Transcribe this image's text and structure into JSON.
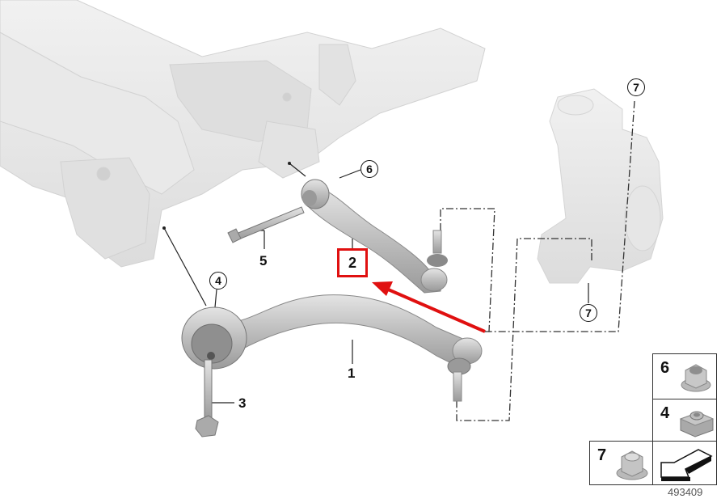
{
  "diagram": {
    "type": "exploded parts diagram",
    "subject": "Front axle wishbone / control arm assembly",
    "diagram_number": "493409",
    "colors": {
      "highlight": "#e01010",
      "parts": "#c8c8c8",
      "background_parts": "#e6e6e6",
      "lines": "#222222"
    }
  },
  "callouts": [
    {
      "id": "1",
      "label": "1",
      "style": "plain",
      "part": "lower control arm"
    },
    {
      "id": "2",
      "label": "2",
      "style": "highlighted-box",
      "part": "upper tension strut / control arm with ball joint"
    },
    {
      "id": "3",
      "label": "3",
      "style": "plain",
      "part": "hex bolt"
    },
    {
      "id": "4",
      "label": "4",
      "style": "circled",
      "part": "nut"
    },
    {
      "id": "5",
      "label": "5",
      "style": "plain",
      "part": "hex bolt"
    },
    {
      "id": "6",
      "label": "6",
      "style": "circled",
      "part": "nut"
    },
    {
      "id": "7a",
      "label": "7",
      "style": "circled",
      "part": "nut"
    },
    {
      "id": "7b",
      "label": "7",
      "style": "circled",
      "part": "nut"
    }
  ],
  "legend": {
    "items": [
      {
        "num": "6",
        "icon": "flange-hex-nut"
      },
      {
        "num": "4",
        "icon": "cage-nut"
      },
      {
        "num": "7",
        "icon": "flange-hex-nut"
      },
      {
        "num": "",
        "icon": "arrow-pointer"
      }
    ]
  }
}
